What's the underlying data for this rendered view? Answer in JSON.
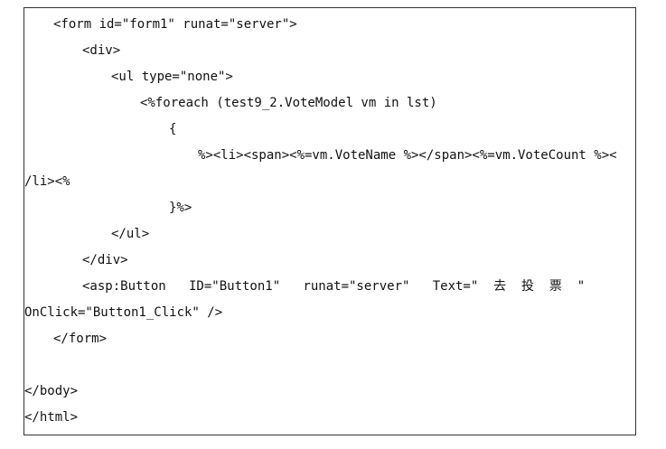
{
  "code": {
    "lines": [
      "<form id=\"form1\" runat=\"server\">",
      "<div>",
      "<ul type=\"none\">",
      "<%foreach (test9_2.VoteModel vm in lst)",
      "{",
      "%><li><span><%=vm.VoteName %></span><%=vm.VoteCount %><",
      "/li><%",
      "}%>",
      "</ul>",
      "</div>",
      "<asp:Button   ID=\"Button1\"   runat=\"server\"   Text=\"  去  投  票  \"",
      "OnClick=\"Button1_Click\" />",
      "</form>",
      "",
      "</body>",
      "</html>"
    ]
  }
}
